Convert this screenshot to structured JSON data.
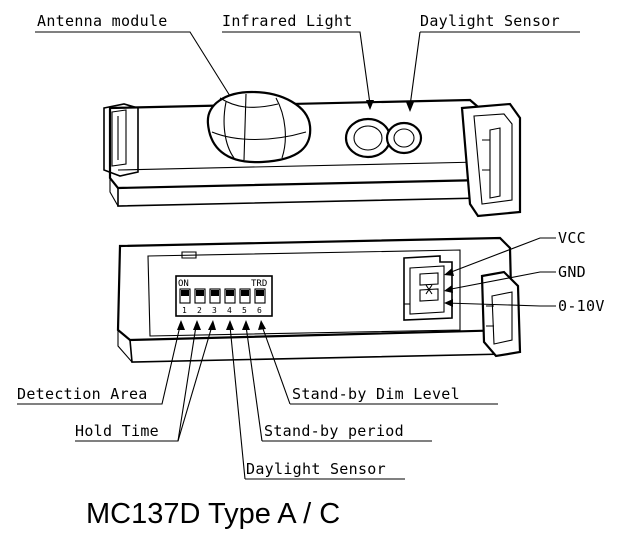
{
  "labels": {
    "antenna": "Antenna module",
    "infrared": "Infrared Light",
    "daylight_top": "Daylight Sensor",
    "vcc": "VCC",
    "gnd": "GND",
    "dim": "0-10V",
    "detection_area": "Detection Area",
    "hold_time": "Hold Time",
    "daylight_bottom": "Daylight Sensor",
    "standby_period": "Stand-by period",
    "standby_dim": "Stand-by Dim Level"
  },
  "switch": {
    "on": "ON",
    "trd": "TRD",
    "numbers": [
      "1",
      "2",
      "3",
      "4",
      "5",
      "6"
    ]
  },
  "caption": "MC137D Type A / C"
}
